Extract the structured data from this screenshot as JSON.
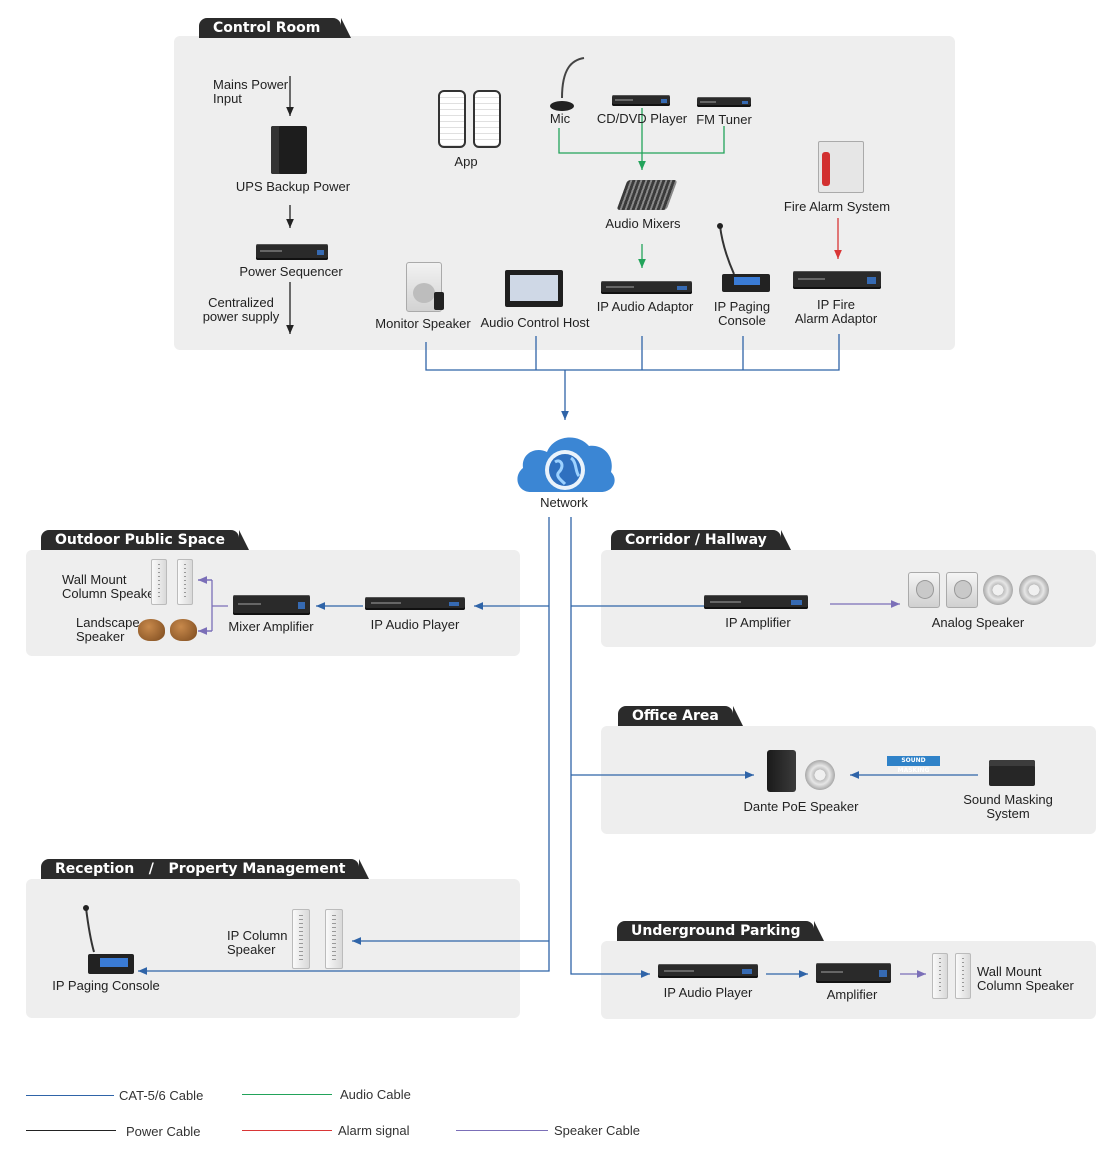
{
  "sections": {
    "control_room": "Control Room",
    "outdoor": "Outdoor Public Space",
    "corridor": "Corridor / Hallway",
    "office": "Office Area",
    "reception": "Reception   /   Property Management",
    "parking": "Underground Parking"
  },
  "control_room": {
    "mains_power": "Mains Power\nInput",
    "ups": "UPS Backup Power",
    "sequencer": "Power Sequencer",
    "centralized": "Centralized\npower supply",
    "app": "App",
    "mic": "Mic",
    "cd_dvd": "CD/DVD Player",
    "fm_tuner": "FM Tuner",
    "audio_mixers": "Audio Mixers",
    "fire_alarm_system": "Fire Alarm System",
    "monitor_speaker": "Monitor Speaker",
    "audio_control_host": "Audio Control Host",
    "ip_audio_adaptor": "IP Audio Adaptor",
    "ip_paging_console": "IP Paging\nConsole",
    "ip_fire_alarm_adaptor": "IP Fire\nAlarm Adaptor"
  },
  "network": "Network",
  "outdoor": {
    "wall_mount": "Wall Mount\nColumn Speaker",
    "landscape": "Landscape\nSpeaker",
    "mixer_amp": "Mixer Amplifier",
    "ip_audio_player": "IP Audio Player"
  },
  "corridor": {
    "ip_amplifier": "IP Amplifier",
    "analog_speaker": "Analog Speaker"
  },
  "office": {
    "dante_speaker": "Dante PoE Speaker",
    "sound_masking_tag": "SOUND MASKING",
    "sound_masking_system": "Sound Masking\nSystem"
  },
  "reception": {
    "ip_column_speaker": "IP Column\nSpeaker",
    "ip_paging_console": "IP Paging Console"
  },
  "parking": {
    "ip_audio_player": "IP Audio Player",
    "amplifier": "Amplifier",
    "wall_mount": "Wall Mount\nColumn Speaker"
  },
  "legend": {
    "cat": "CAT-5/6 Cable",
    "audio": "Audio Cable",
    "power": "Power Cable",
    "alarm": "Alarm signal",
    "speaker": "Speaker Cable"
  },
  "colors": {
    "cat": "#2f64a8",
    "audio": "#22a35a",
    "power": "#222222",
    "alarm": "#d93636",
    "speaker": "#7b6fb8",
    "panel": "#eeeeee",
    "tab": "#2b2b2b"
  }
}
